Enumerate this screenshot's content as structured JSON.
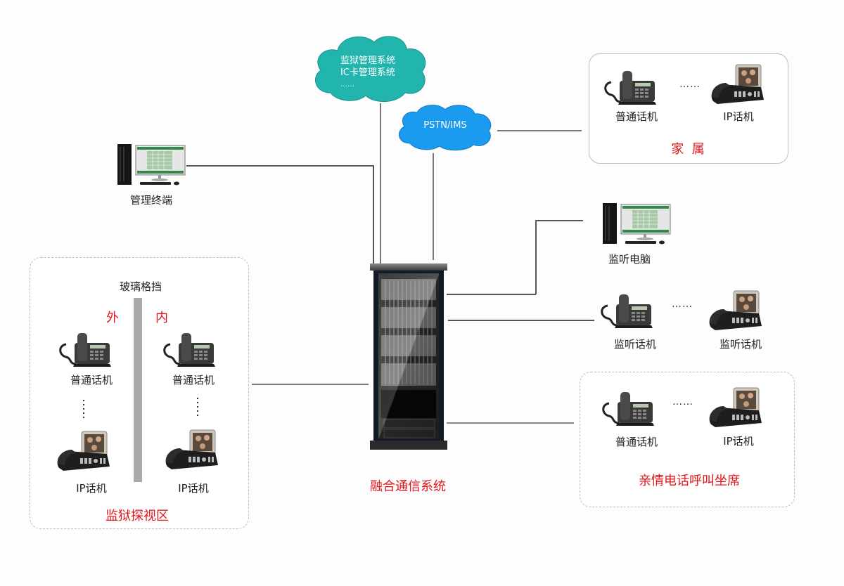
{
  "clouds": {
    "management": {
      "lines": [
        "监狱管理系统",
        "IC卡管理系统",
        "……"
      ],
      "color": "#22b5ad"
    },
    "pstn": {
      "label": "PSTN/IMS",
      "color": "#1a9bf0"
    }
  },
  "admin_terminal": {
    "label": "管理终端"
  },
  "family_box": {
    "title": "家  属",
    "phone_ordinary": "普通话机",
    "phone_ip": "IP话机",
    "ellipsis": "……"
  },
  "monitor": {
    "computer_label": "监听电脑",
    "phone_left": "监听话机",
    "phone_right": "监听话机",
    "ellipsis": "……"
  },
  "core": {
    "label": "融合通信系统"
  },
  "visit_area": {
    "title": "监狱探视区",
    "divider_label": "玻璃格挡",
    "outside": "外",
    "inside": "内",
    "outside_ordinary": "普通话机",
    "outside_ip": "IP话机",
    "inside_ordinary": "普通话机",
    "inside_ip": "IP话机"
  },
  "seat_box": {
    "title": "亲情电话呼叫坐席",
    "phone_ordinary": "普通话机",
    "phone_ip": "IP话机",
    "ellipsis": "……"
  },
  "colors": {
    "accent_red": "#e3151b",
    "line": "#555555"
  }
}
